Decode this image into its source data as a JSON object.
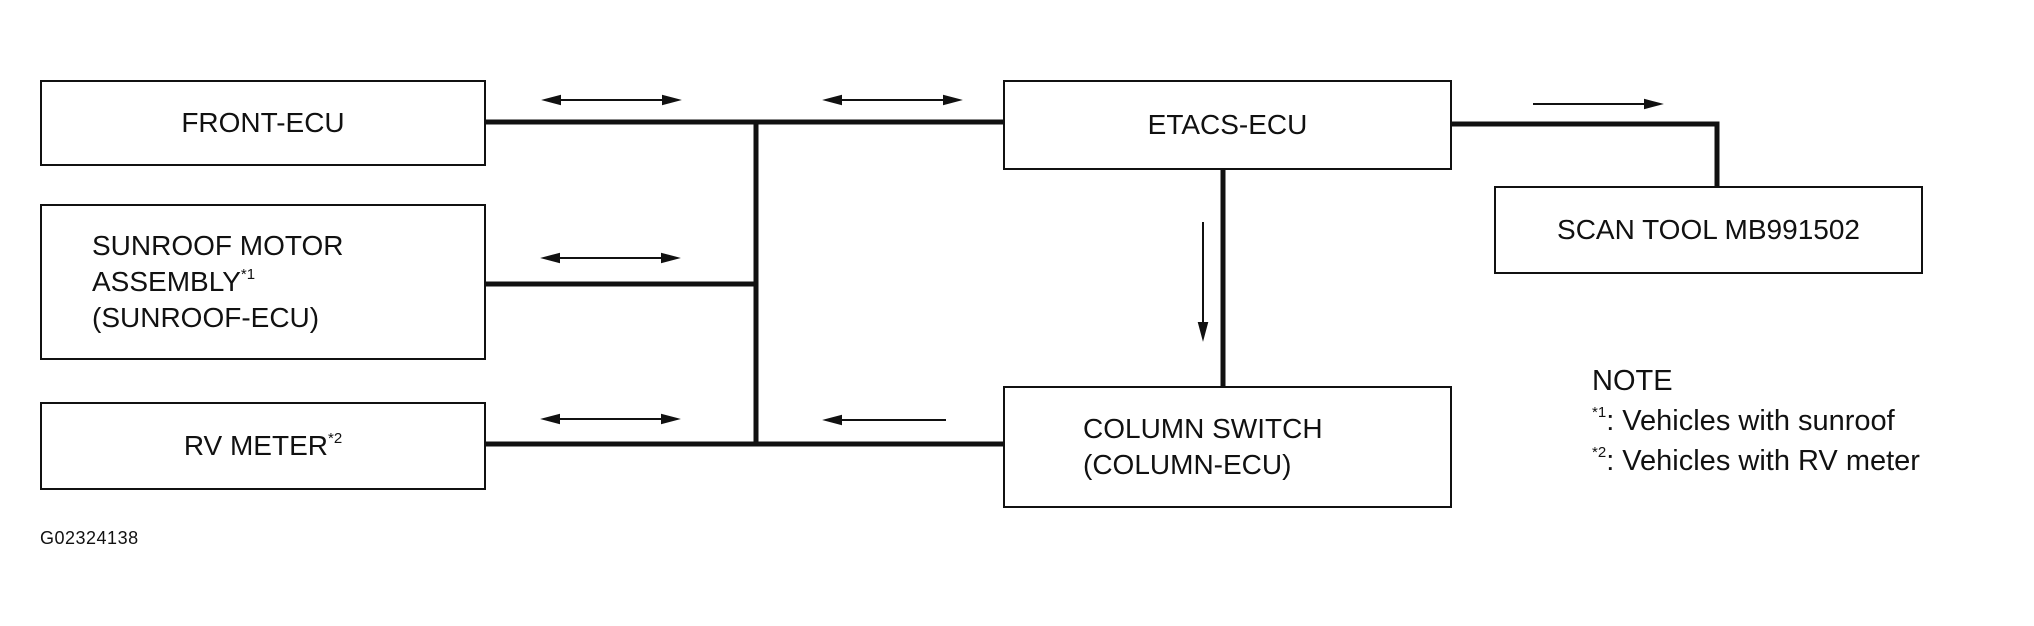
{
  "diagram": {
    "nodes": {
      "front_ecu": "FRONT-ECU",
      "sunroof": {
        "line1": "SUNROOF MOTOR",
        "line2": "ASSEMBLY",
        "line2_sup": "*1",
        "line3": "(SUNROOF-ECU)"
      },
      "rv_meter": {
        "label": "RV METER",
        "sup": "*2"
      },
      "etacs_ecu": "ETACS-ECU",
      "scan_tool": "SCAN TOOL MB991502",
      "column_switch": {
        "line1": "COLUMN SWITCH",
        "line2": "(COLUMN-ECU)"
      }
    },
    "note": {
      "title": "NOTE",
      "items": [
        {
          "mark": "*1",
          "text": ": Vehicles with sunroof"
        },
        {
          "mark": "*2",
          "text": ": Vehicles with RV meter"
        }
      ]
    },
    "figure_id": "G02324138"
  }
}
